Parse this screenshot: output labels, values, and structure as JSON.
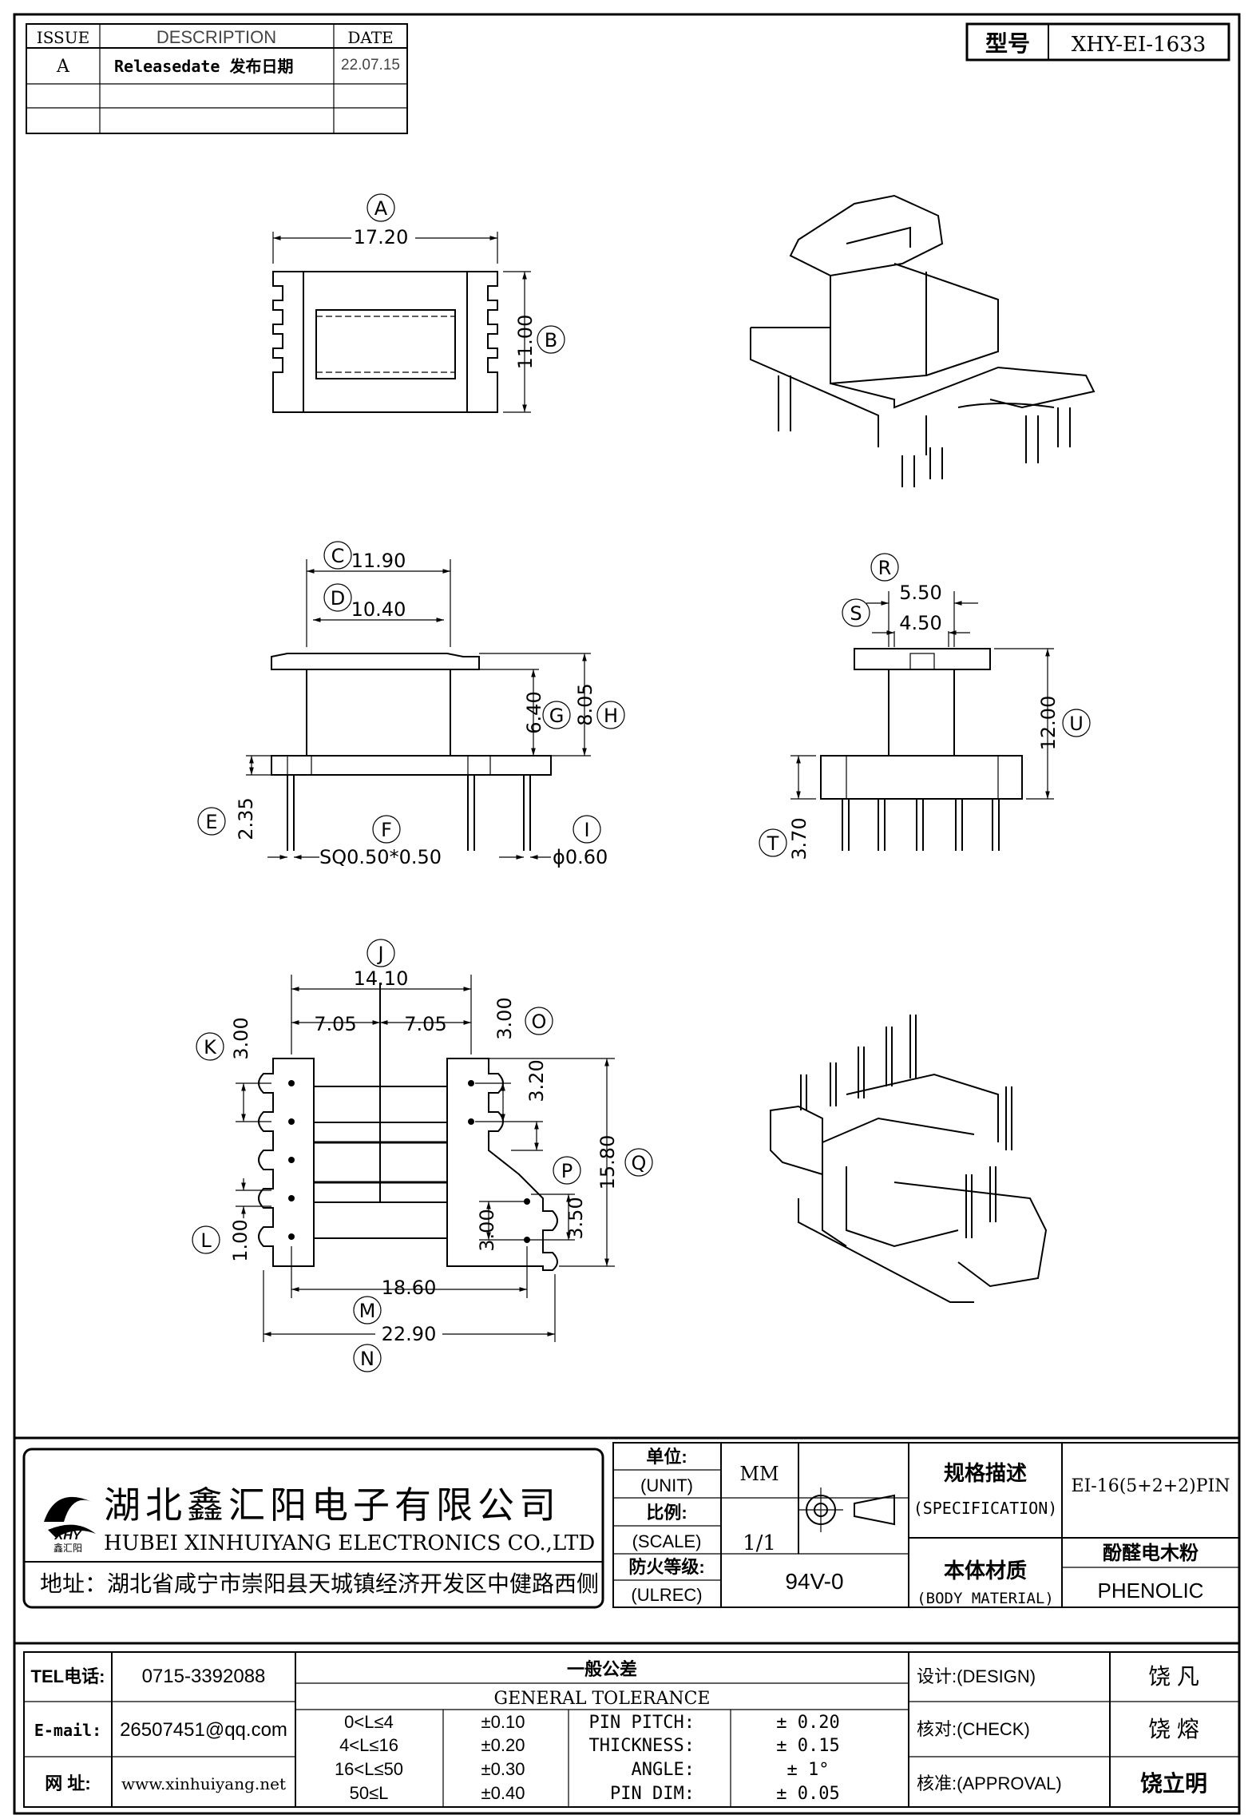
{
  "revision_table": {
    "headers": [
      "ISSUE",
      "DESCRIPTION",
      "DATE"
    ],
    "rows": [
      [
        "A",
        "Releasedate 发布日期",
        "22.07.15"
      ],
      [
        "",
        "",
        ""
      ],
      [
        "",
        "",
        ""
      ]
    ]
  },
  "model": {
    "label": "型号",
    "value": "XHY-EI-1633"
  },
  "views": {
    "top": {
      "A_value": "17.20",
      "B_value": "11.00"
    },
    "front": {
      "C_value": "11.90",
      "D_value": "10.40",
      "G_value": "6.40",
      "H_value": "8.05",
      "E_value": "2.35",
      "F_value": "SQ0.50*0.50",
      "I_value": "ϕ0.60"
    },
    "side": {
      "R_value": "5.50",
      "S_value": "4.50",
      "U_value": "12.00",
      "T_value": "3.70"
    },
    "bottom": {
      "J_value": "14.10",
      "half_left": "7.05",
      "half_right": "7.05",
      "K_value": "3.00",
      "O_value": "3.00",
      "O2_value": "3.20",
      "Q_value": "15.80",
      "P_value": "3.00",
      "P2_value": "3.50",
      "L_value": "1.00",
      "M_value": "18.60",
      "N_value": "22.90"
    }
  },
  "balloons": [
    "A",
    "B",
    "C",
    "D",
    "E",
    "F",
    "G",
    "H",
    "I",
    "J",
    "K",
    "L",
    "M",
    "N",
    "O",
    "P",
    "Q",
    "R",
    "S",
    "T",
    "U"
  ],
  "company": {
    "name_cn": "湖北鑫汇阳电子有限公司",
    "name_en": "HUBEI XINHUIYANG ELECTRONICS CO.,LTD",
    "logo_text": "XHY",
    "logo_sub": "鑫汇阳",
    "address": "地址：湖北省咸宁市崇阳县天城镇经济开发区中健路西侧"
  },
  "title_block": {
    "unit_cn": "单位:",
    "unit_en": "(UNIT)",
    "unit_value": "MM",
    "scale_cn": "比例:",
    "scale_en": "(SCALE)",
    "scale_value": "1/1",
    "fire_cn": "防火等级:",
    "fire_en": "(ULREC)",
    "fire_value": "94V-0",
    "spec_cn": "规格描述",
    "spec_en": "(SPECIFICATION)",
    "spec_value": "EI-16(5+2+2)PIN",
    "material_cn": "本体材质",
    "material_en": "(BODY MATERIAL)",
    "material_value_cn": "酚醛电木粉",
    "material_value_en": "PHENOLIC"
  },
  "contact": {
    "tel_label": "TEL电话:",
    "tel": "0715-3392088",
    "email_label": "E-mail:",
    "email": "26507451@qq.com",
    "web_label": "网  址:",
    "web": "www.xinhuiyang.net"
  },
  "tolerance": {
    "title_cn": "一般公差",
    "title_en": "GENERAL TOLERANCE",
    "rows": [
      {
        "range": "0<L≤4",
        "tol": "±0.10",
        "item": "PIN PITCH:",
        "val": "± 0.20"
      },
      {
        "range": "4<L≤16",
        "tol": "±0.20",
        "item": "THICKNESS:",
        "val": "± 0.15"
      },
      {
        "range": "16<L≤50",
        "tol": "±0.30",
        "item": "ANGLE:",
        "val": "± 1°"
      },
      {
        "range": "50≤L",
        "tol": "±0.40",
        "item": "PIN DIM:",
        "val": "± 0.05"
      }
    ]
  },
  "approvals": [
    {
      "label": "设计:(DESIGN)",
      "name": "饶  凡"
    },
    {
      "label": "核对:(CHECK)",
      "name": "饶  熔"
    },
    {
      "label": "核准:(APPROVAL)",
      "name": "饶立明"
    }
  ]
}
